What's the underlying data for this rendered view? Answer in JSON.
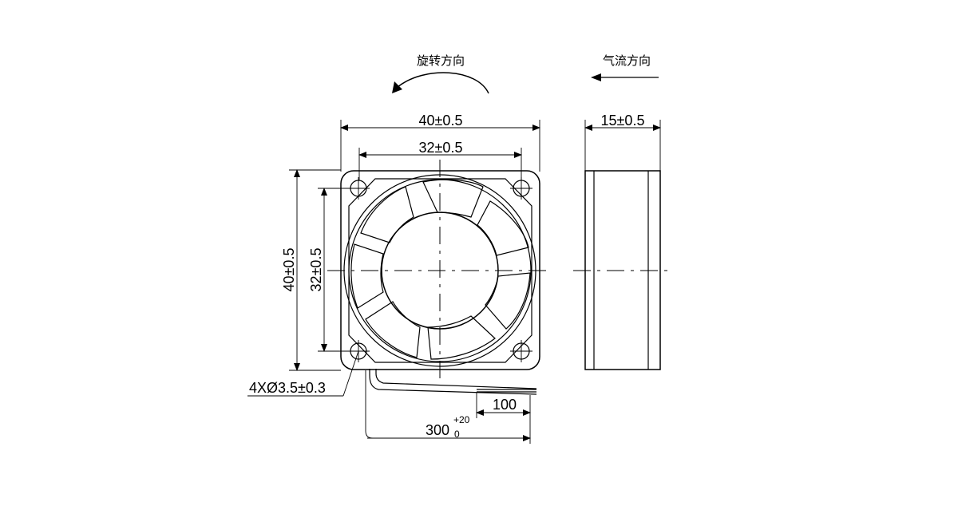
{
  "labels": {
    "rotation_direction": "旋转方向",
    "airflow_direction": "气流方向"
  },
  "dimensions": {
    "width_outer": "40±0.5",
    "width_hole_spacing": "32±0.5",
    "height_outer": "40±0.5",
    "height_hole_spacing": "32±0.5",
    "thickness": "15±0.5",
    "hole_spec": "4XØ3.5±0.3",
    "lead_strip": "100",
    "lead_length_base": "300",
    "lead_length_tol_upper": "+20",
    "lead_length_tol_lower": "0"
  },
  "colors": {
    "line": "#000000",
    "background": "#ffffff"
  }
}
